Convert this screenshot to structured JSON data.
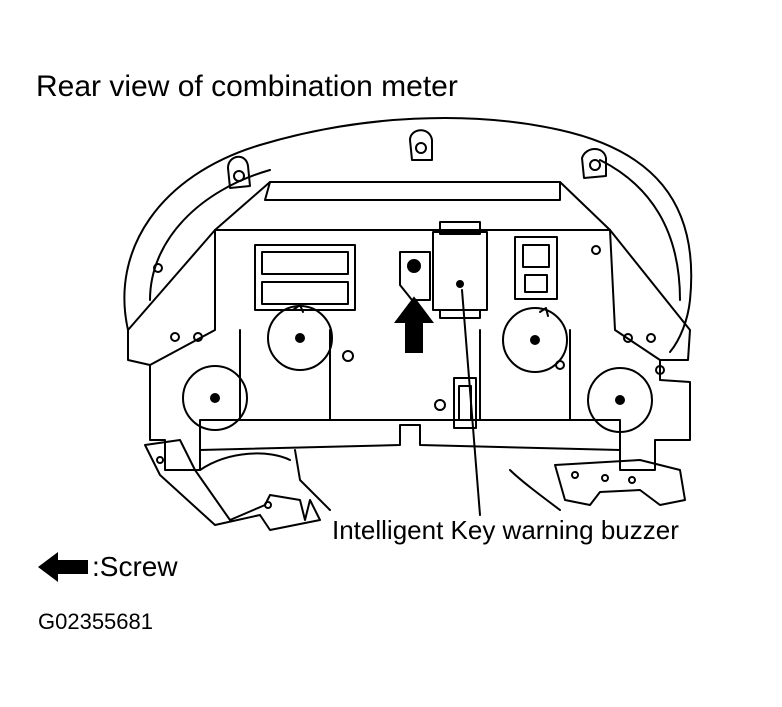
{
  "diagram": {
    "title": "Rear view of combination meter",
    "callout_label": "Intelligent Key warning buzzer",
    "legend": {
      "icon": "arrow-left-icon",
      "text": ":Screw"
    },
    "figure_code": "G02355681"
  }
}
